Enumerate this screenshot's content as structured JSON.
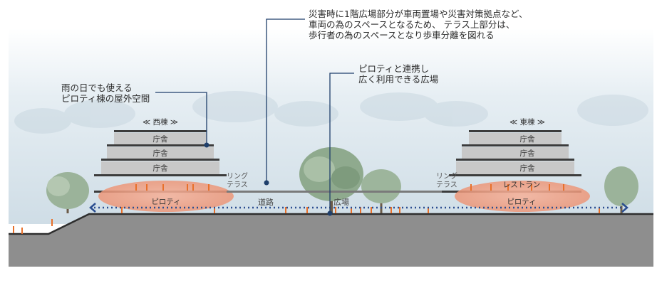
{
  "callouts": {
    "top_note": [
      "災害時に1階広場部分が車両置場や災害対策拠点など、",
      "車両の為のスペースとなるため、 テラス上部分は、",
      "歩行者の為のスペースとなり歩車分離を図れる"
    ],
    "left_note": [
      "雨の日でも使える",
      "ピロティ棟の屋外空間"
    ],
    "center_note": [
      "ピロティと連携し",
      "広く利用できる広場"
    ]
  },
  "west_building": {
    "title": "≪ 西棟 ≫",
    "floors": [
      "庁舎",
      "庁舎",
      "庁舎"
    ],
    "piloti": "ピロティ"
  },
  "east_building": {
    "title": "≪ 東棟 ≫",
    "floors": [
      "庁舎",
      "庁舎",
      "庁舎"
    ],
    "restaurant": "レストラン",
    "piloti": "ピロティ"
  },
  "ring_terrace_left": [
    "リング",
    "テラス"
  ],
  "ring_terrace_right": [
    "リング",
    "テラス"
  ],
  "ground": {
    "road": "道路",
    "plaza": "広場"
  },
  "colors": {
    "callout_line": "#1f3f6b",
    "piloti_fill": "#f0a58c",
    "pedestrian": "#e8702a",
    "ground": "#8e8e8e",
    "arrow": "#2a4d8f",
    "slab": "#3c3c3c",
    "floor": "#c8c8c8"
  }
}
